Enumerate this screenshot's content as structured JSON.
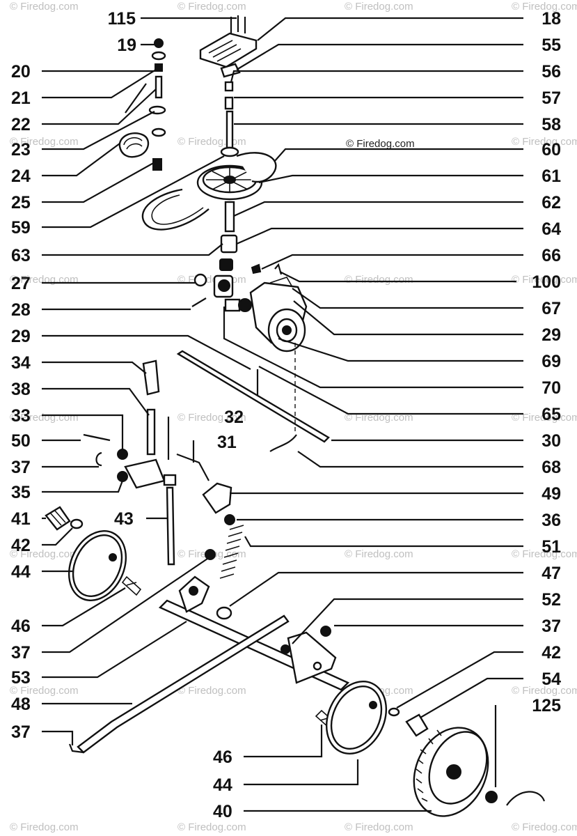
{
  "watermark": "© Firedog.com",
  "watermark_inline": "© Firedog.com",
  "labels_left": [
    "19",
    "20",
    "21",
    "22",
    "23",
    "24",
    "25",
    "59",
    "63",
    "27",
    "28",
    "29",
    "34",
    "38",
    "33",
    "50",
    "37",
    "35",
    "41",
    "42",
    "44",
    "46",
    "37",
    "53",
    "48",
    "37"
  ],
  "labels_right": [
    "18",
    "55",
    "56",
    "57",
    "58",
    "60",
    "61",
    "62",
    "64",
    "66",
    "100",
    "67",
    "29",
    "69",
    "70",
    "65",
    "30",
    "68",
    "49",
    "36",
    "51",
    "47",
    "52",
    "37",
    "42",
    "54",
    "125"
  ],
  "labels_top": [
    "115"
  ],
  "labels_mid": [
    "32",
    "31",
    "43",
    "46",
    "44",
    "40"
  ]
}
